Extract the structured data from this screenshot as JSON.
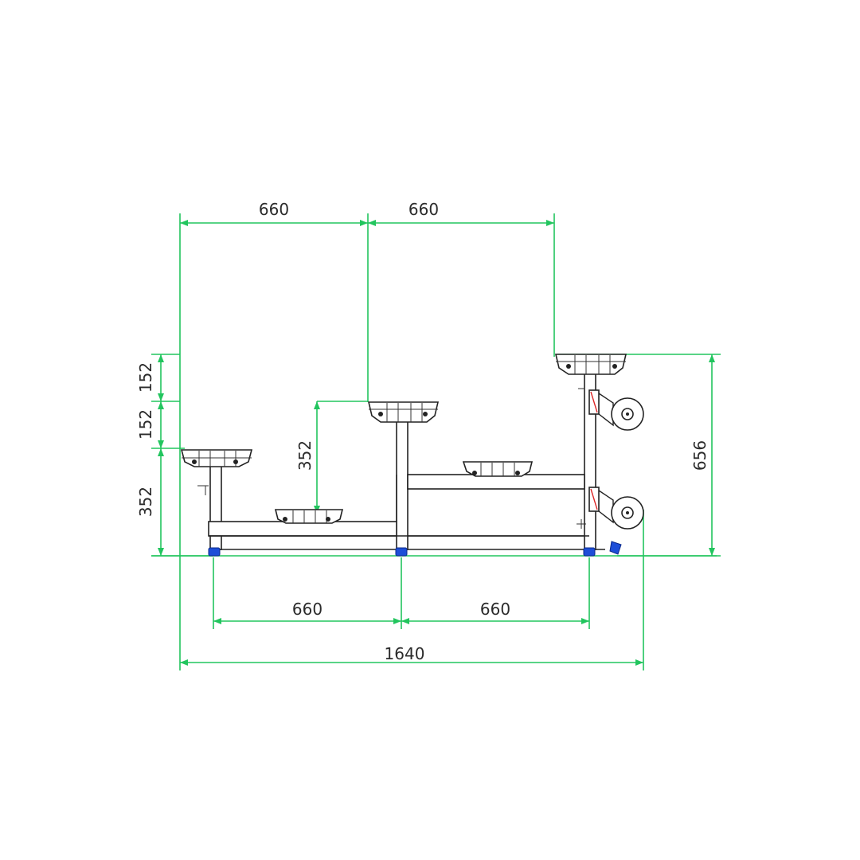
{
  "dimensions": {
    "top_left": "660",
    "top_right": "660",
    "bottom_left": "660",
    "bottom_right": "660",
    "overall": "1640",
    "height_total": "656",
    "left_lower": "352",
    "left_mid": "152",
    "left_upper": "152",
    "center_seat": "352"
  },
  "colors": {
    "dimension_line": "#22c55e",
    "foot": "#1d4ed8",
    "outline": "#222222"
  }
}
